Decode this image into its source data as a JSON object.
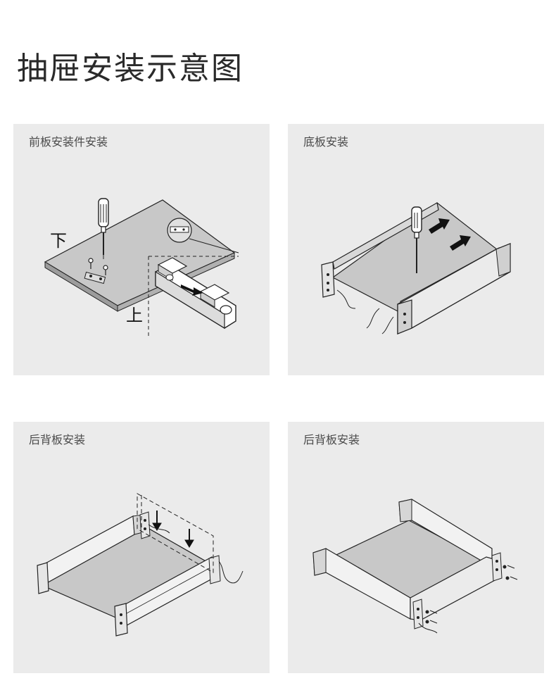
{
  "title": "抽屉安装示意图",
  "panels": [
    {
      "caption": "前板安装件安装",
      "labels": {
        "down": "下",
        "up": "上"
      }
    },
    {
      "caption": "底板安装"
    },
    {
      "caption": "后背板安装"
    },
    {
      "caption": "后背板安装"
    }
  ],
  "colors": {
    "panel_bg": "#ebebeb",
    "board_fill": "#c8c8c8",
    "stroke": "#1a1a1a"
  }
}
